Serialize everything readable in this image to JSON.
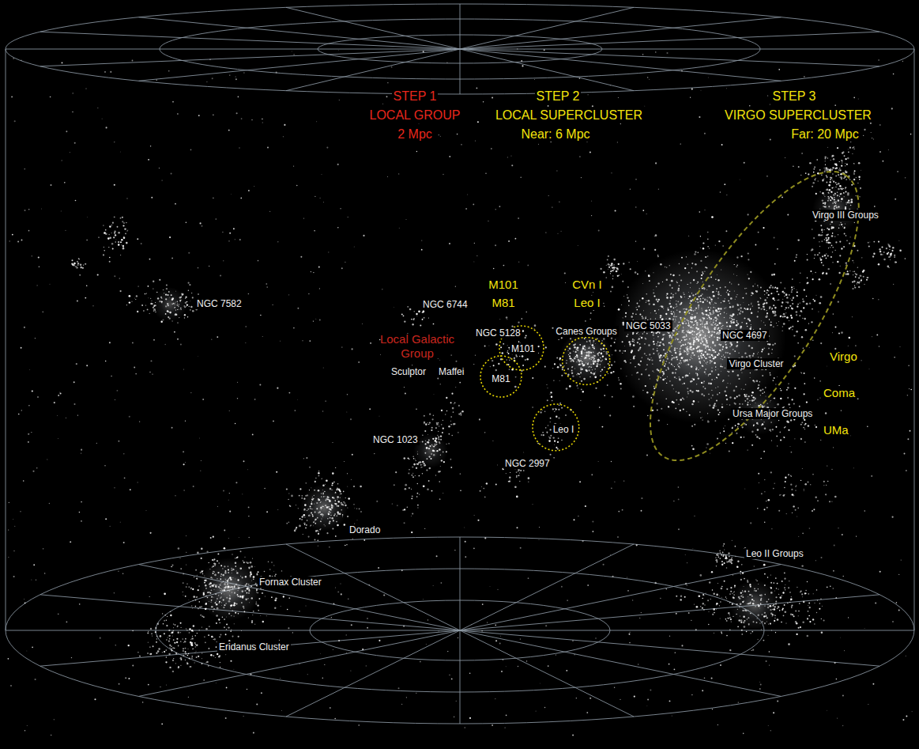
{
  "diagram": {
    "nodes": [
      {
        "text": [
          "M101"
        ]
      },
      {
        "text": [
          "Canes Groups"
        ]
      },
      {
        "text": [
          "Virgo Cluster"
        ]
      },
      {
        "text": [
          "M81"
        ]
      },
      {
        "text": [
          "Leo I"
        ]
      }
    ],
    "labels": [
      "STEP 1",
      "LOCAL GROUP",
      "2 Mpc",
      "STEP 2",
      "LOCAL SUPERCLUSTER",
      "Near: 6 Mpc",
      "STEP 3",
      "VIRGO SUPERCLUSTER",
      "Far: 20 Mpc",
      "Virgo III Groups",
      "NGC 7582",
      "M101",
      "CVn I",
      "M81",
      "Leo I",
      "NGC 6744",
      "NGC 5033",
      "NGC 4697",
      "NGC 5128",
      "Local Galactic Group",
      "Sculptor",
      "Maffei",
      "Virgo",
      "Coma",
      "Ursa Major Groups",
      "UMa",
      "NGC 1023",
      "NGC 2997",
      "Dorado",
      "Leo II Groups",
      "Fornax Cluster",
      "Eridanus Cluster"
    ]
  }
}
